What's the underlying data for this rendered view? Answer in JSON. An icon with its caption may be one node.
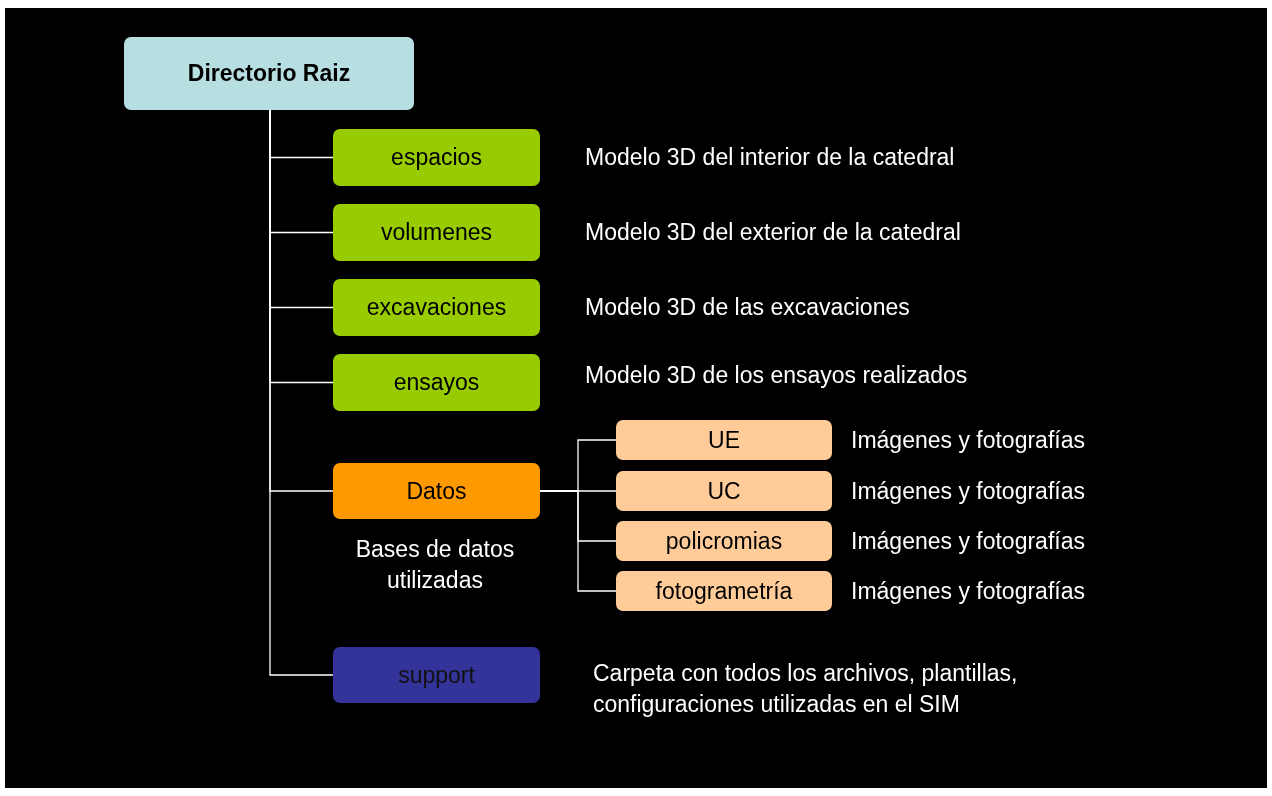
{
  "diagram": {
    "nodes": [
      {
        "text": [
          "Directorio Raiz"
        ]
      },
      {
        "text": [
          "espacios"
        ],
        "beside": [
          "Modelo 3D del interior de la catedral"
        ]
      },
      {
        "text": [
          "volumenes"
        ],
        "beside": [
          "Modelo 3D del exterior de la catedral"
        ]
      },
      {
        "text": [
          "excavaciones"
        ],
        "beside": [
          "Modelo 3D de las excavaciones"
        ]
      },
      {
        "text": [
          "ensayos"
        ],
        "beside": [
          "Modelo 3D de los ensayos realizados"
        ]
      },
      {
        "text": [
          "Datos"
        ],
        "beside": [
          "Bases de datos utilizadas"
        ]
      },
      {
        "text": [
          "UE"
        ],
        "beside": [
          "Imágenes y fotografías"
        ]
      },
      {
        "text": [
          "UC"
        ],
        "beside": [
          "Imágenes y fotografías"
        ]
      },
      {
        "text": [
          "policromias"
        ],
        "beside": [
          "Imágenes y fotografías"
        ]
      },
      {
        "text": [
          "fotogrametría"
        ],
        "beside": [
          "Imágenes y fotografías"
        ]
      },
      {
        "text": [
          "support"
        ],
        "beside": [
          "Carpeta con todos los archivos, plantillas, configuraciones utilizadas en el SIM"
        ]
      }
    ],
    "edges": [
      {
        "from": 0,
        "to": 1,
        "arrow": "none"
      },
      {
        "from": 0,
        "to": 2,
        "arrow": "none"
      },
      {
        "from": 0,
        "to": 3,
        "arrow": "none"
      },
      {
        "from": 0,
        "to": 4,
        "arrow": "none"
      },
      {
        "from": 0,
        "to": 5,
        "arrow": "none"
      },
      {
        "from": 0,
        "to": 10,
        "arrow": "none"
      },
      {
        "from": 5,
        "to": 6,
        "arrow": "none"
      },
      {
        "from": 5,
        "to": 7,
        "arrow": "none"
      },
      {
        "from": 5,
        "to": 8,
        "arrow": "none"
      },
      {
        "from": 5,
        "to": 9,
        "arrow": "none"
      }
    ]
  }
}
